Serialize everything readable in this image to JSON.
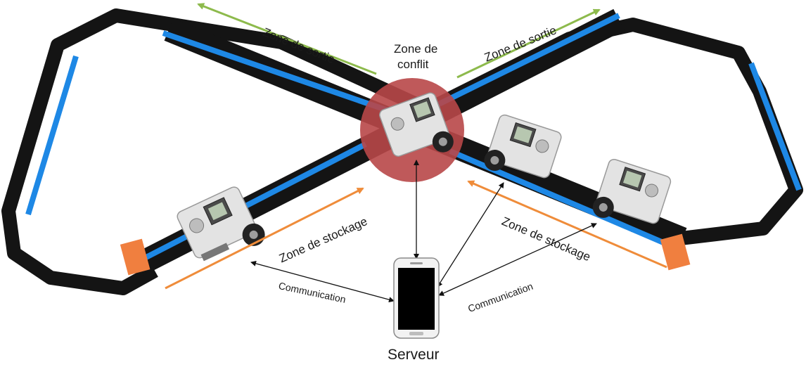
{
  "labels": {
    "exit_left": "Zone de sortie",
    "exit_right": "Zone de sortie",
    "conflict_line1": "Zone de",
    "conflict_line2": "conflit",
    "storage_left": "Zone de stockage",
    "storage_right": "Zone de stockage",
    "comm_left": "Communication",
    "comm_right": "Communication",
    "server": "Serveur"
  },
  "colors": {
    "track": "#141414",
    "tape": "#1e88e5",
    "exit_arrow": "#8dba4c",
    "storage_arrow": "#ef8c3a",
    "conflict_zone": "#b84748",
    "phone_body": "#f2f2f2",
    "phone_screen": "#000000",
    "robot_body": "#e3e3e3"
  },
  "icons": {
    "robots": [
      "lego-ev3-robot",
      "lego-ev3-robot",
      "lego-ev3-robot",
      "lego-ev3-robot"
    ],
    "server": "smartphone-icon"
  }
}
